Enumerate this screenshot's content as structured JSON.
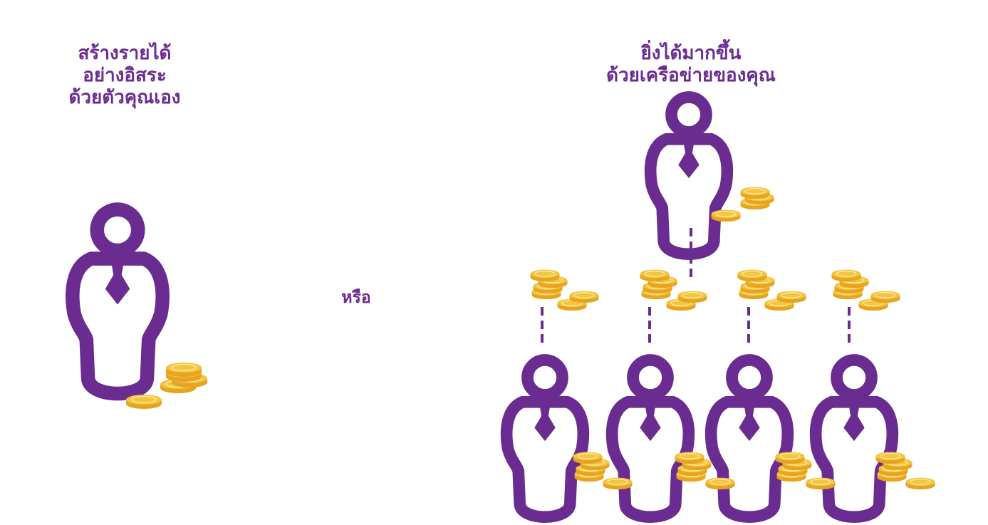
{
  "colors": {
    "purple": "#6a2c91",
    "coin_fill": "#f4c542",
    "coin_edge": "#e8a420",
    "coin_shine": "#fff1a6",
    "background": "#ffffff"
  },
  "left_panel": {
    "caption_lines": [
      "สร้างรายได้",
      "อย่างอิสระ",
      "ด้วยตัวคุณเอง"
    ],
    "icon": "person-icon"
  },
  "separator": {
    "label": "หรือ"
  },
  "right_panel": {
    "caption_lines": [
      "ยิ่งได้มากขึ้น",
      "ด้วยเครือข่ายของคุณ"
    ],
    "icon": "person-icon",
    "downline_count": 4
  }
}
